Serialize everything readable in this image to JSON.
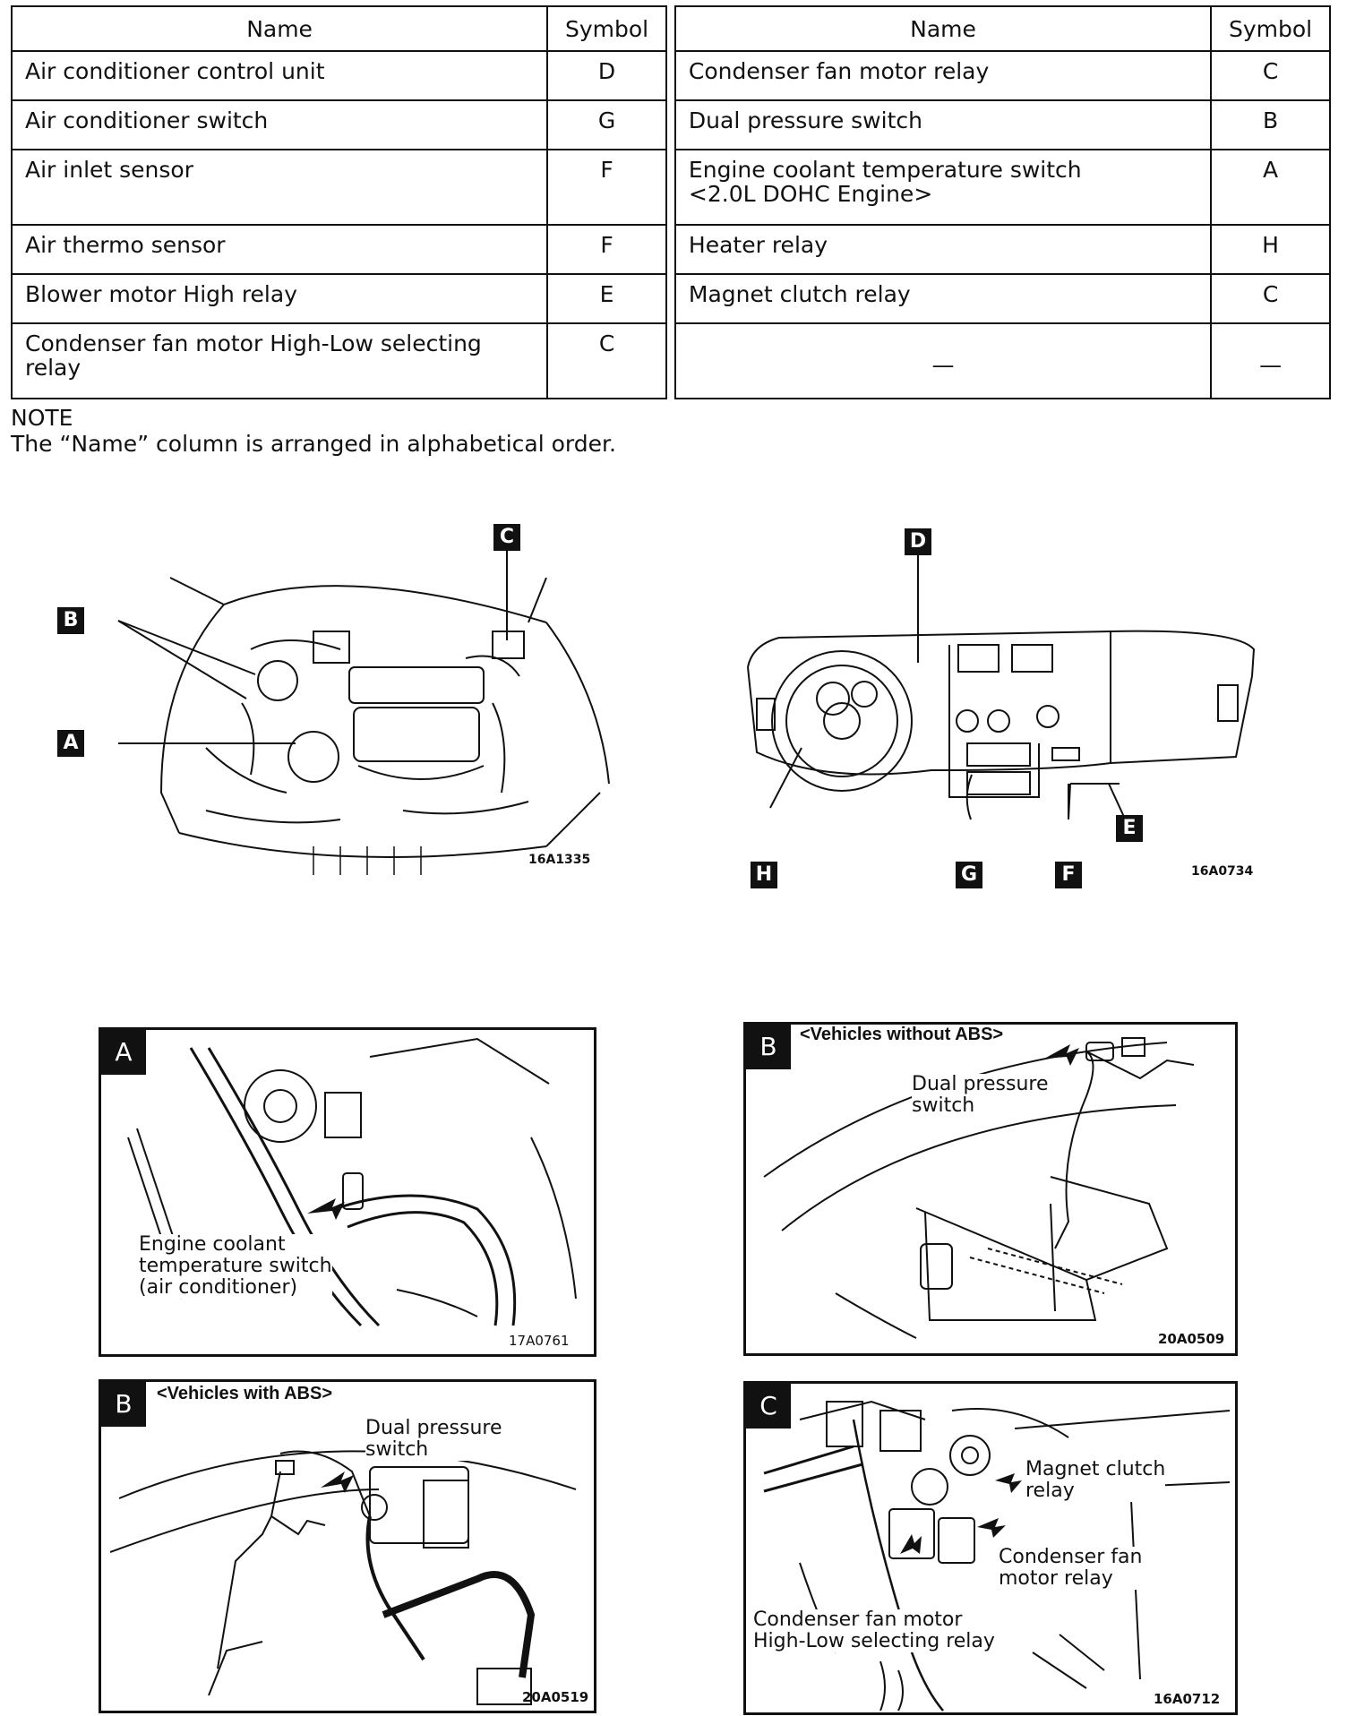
{
  "table": {
    "headers": {
      "name": "Name",
      "symbol": "Symbol"
    },
    "left": [
      {
        "name": "Air conditioner control unit",
        "symbol": "D"
      },
      {
        "name": "Air conditioner switch",
        "symbol": "G"
      },
      {
        "name": "Air inlet sensor",
        "symbol": "F"
      },
      {
        "name": "Air thermo sensor",
        "symbol": "F"
      },
      {
        "name": "Blower motor High relay",
        "symbol": "E"
      },
      {
        "name": "Condenser fan motor High-Low selecting relay",
        "symbol": "C"
      }
    ],
    "right": [
      {
        "name": "Condenser fan motor relay",
        "symbol": "C"
      },
      {
        "name": "Dual pressure switch",
        "symbol": "B"
      },
      {
        "name": "Engine coolant temperature switch",
        "name2": "<2.0L DOHC Engine>",
        "symbol": "A"
      },
      {
        "name": "Heater relay",
        "symbol": "H"
      },
      {
        "name": "Magnet clutch relay",
        "symbol": "C"
      },
      {
        "name": "—",
        "symbol": "—"
      }
    ]
  },
  "note": {
    "title": "NOTE",
    "text": "The “Name” column is arranged in alphabetical order."
  },
  "engine_figure": {
    "labels": {
      "b": "B",
      "a": "A",
      "c": "C"
    },
    "code": "16A1335"
  },
  "dash_figure": {
    "labels": {
      "d": "D",
      "e": "E",
      "h": "H",
      "g": "G",
      "f": "F"
    },
    "code": "16A0734"
  },
  "panels": {
    "a": {
      "tag": "A",
      "caption": [
        "Engine coolant",
        "temperature switch",
        "(air conditioner)"
      ],
      "code": "17A0761"
    },
    "b_without": {
      "tag": "B",
      "header": "<Vehicles without ABS>",
      "caption": [
        "Dual pressure",
        "switch"
      ],
      "code": "20A0509"
    },
    "b_with": {
      "tag": "B",
      "header": "<Vehicles with ABS>",
      "caption": [
        "Dual pressure",
        "switch"
      ],
      "code": "20A0519"
    },
    "c": {
      "tag": "C",
      "magnet": [
        "Magnet clutch",
        "relay"
      ],
      "condenser": [
        "Condenser fan",
        "motor relay"
      ],
      "highlow": [
        "Condenser fan motor",
        "High-Low selecting relay"
      ],
      "code": "16A0712"
    }
  }
}
